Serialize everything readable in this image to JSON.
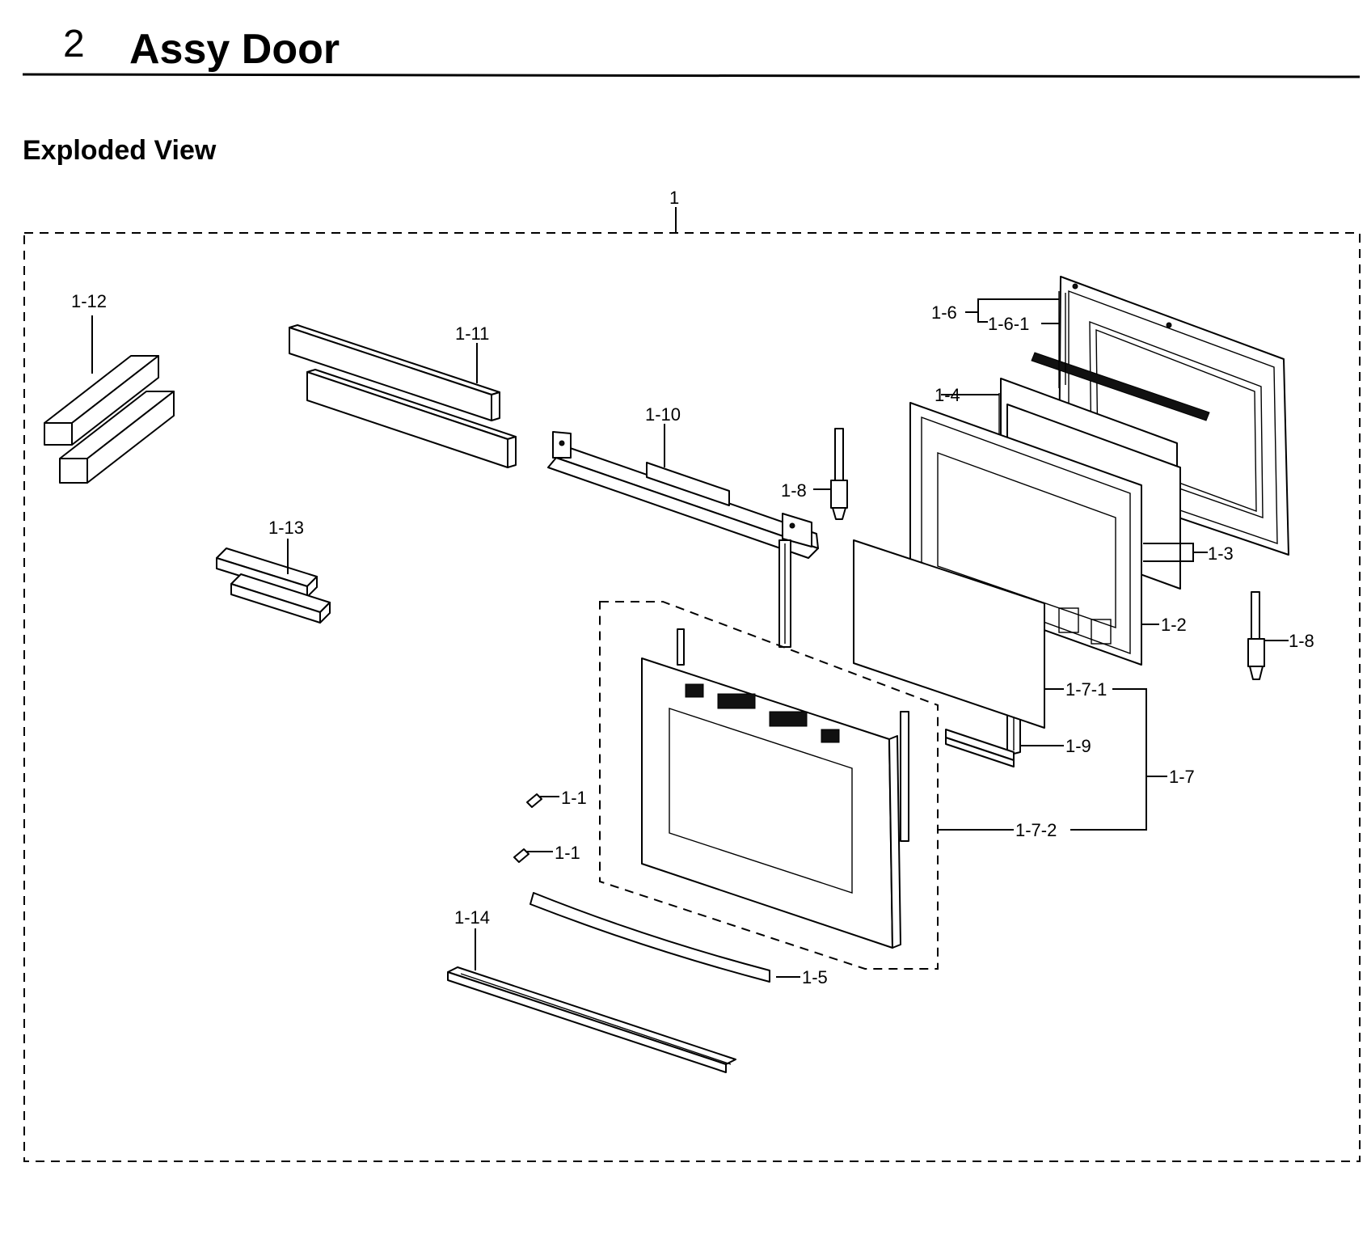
{
  "header": {
    "section_number": "2",
    "section_title": "Assy Door",
    "subtitle": "Exploded View"
  },
  "callouts": {
    "assembly": "1",
    "p1_12": "1-12",
    "p1_11": "1-11",
    "p1_10": "1-10",
    "p1_13": "1-13",
    "p1_8_left": "1-8",
    "p1_8_right": "1-8",
    "p1_6": "1-6",
    "p1_6_1": "1-6-1",
    "p1_4": "1-4",
    "p1_3": "1-3",
    "p1_2": "1-2",
    "p1_7_1": "1-7-1",
    "p1_9": "1-9",
    "p1_7": "1-7",
    "p1_7_2": "1-7-2",
    "p1_1_upper": "1-1",
    "p1_1_lower": "1-1",
    "p1_14": "1-14",
    "p1_5": "1-5"
  }
}
